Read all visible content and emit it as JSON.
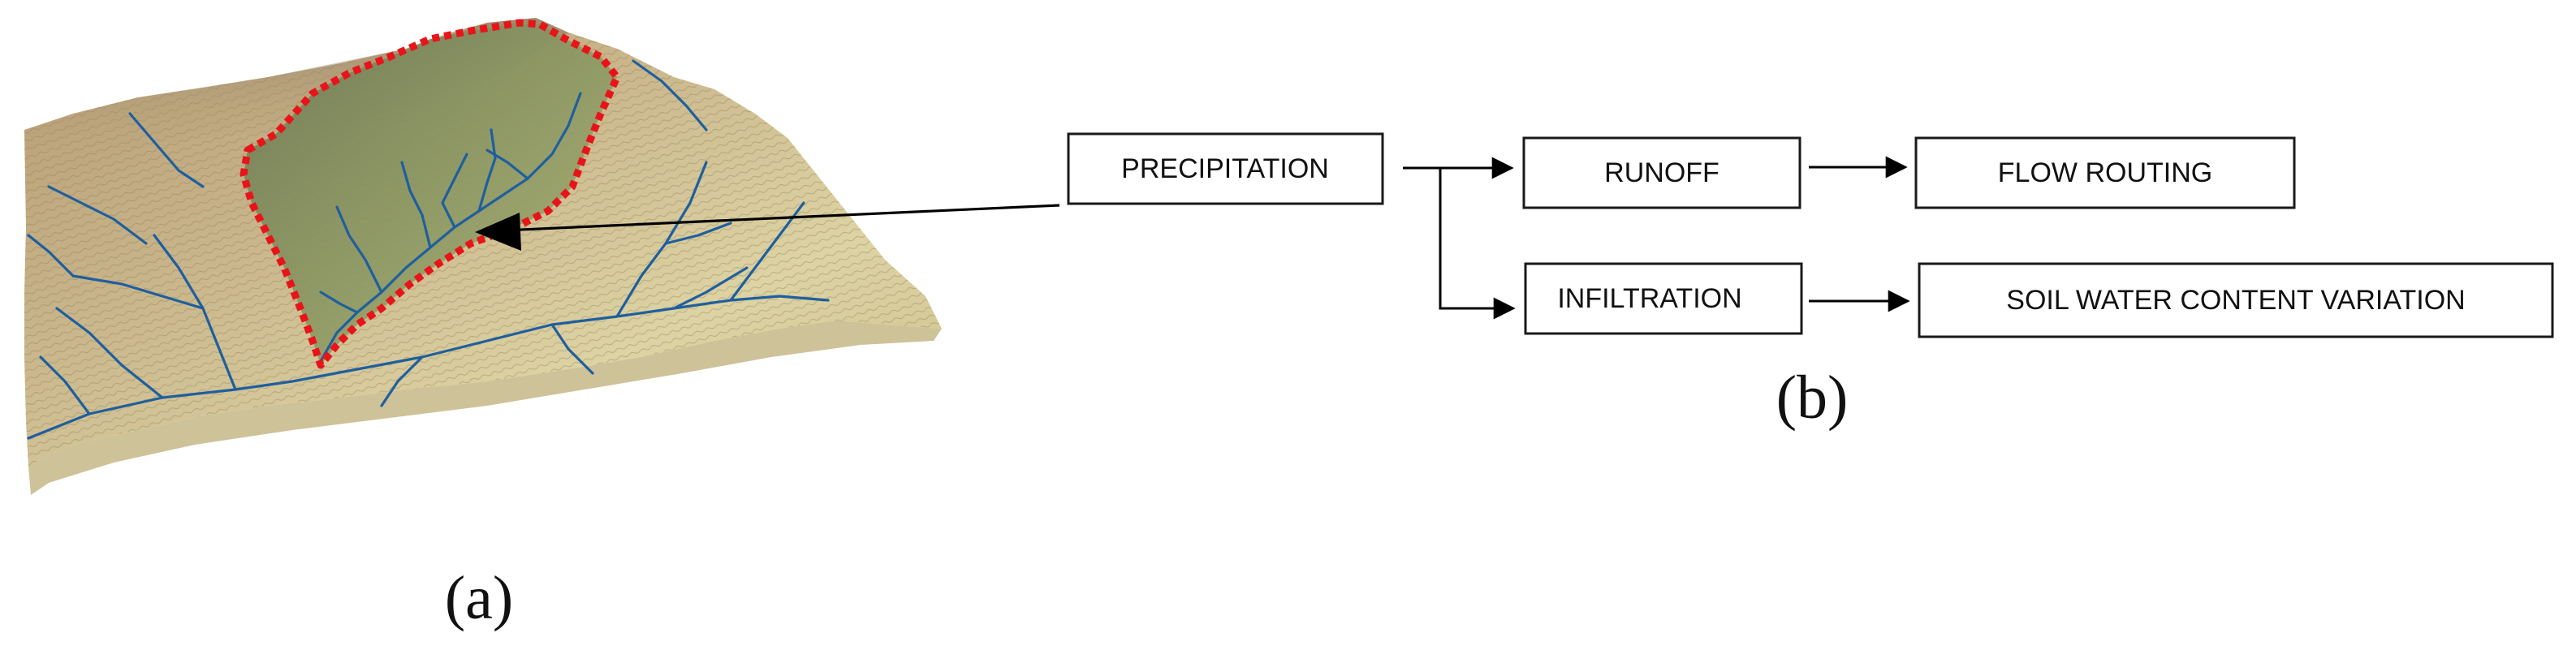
{
  "panels": {
    "a": {
      "label_text": "(a)",
      "boundary_color": "#e8141a",
      "river_color": "#1f5f9e"
    },
    "b": {
      "label_text": "(b)",
      "boxes": {
        "precipitation": "PRECIPITATION",
        "runoff": "RUNOFF",
        "flow_routing": "FLOW ROUTING",
        "infiltration": "INFILTRATION",
        "soil_water": "SOIL WATER CONTENT VARIATION"
      }
    }
  }
}
